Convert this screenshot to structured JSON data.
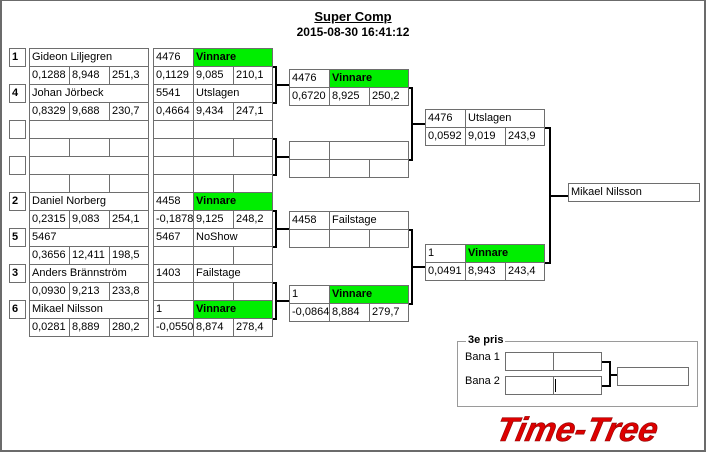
{
  "header": {
    "title": "Super Comp",
    "datetime": "2015-08-30 16:41:12"
  },
  "colors": {
    "winner": "#00ee00",
    "border": "#6e6e6e",
    "logo": "#dd0000"
  },
  "round1": [
    {
      "seed": "1",
      "name": "Gideon Liljegren",
      "stats": [
        "0,1288",
        "8,948",
        "251,3"
      ],
      "result": {
        "id": "4476",
        "status": "Vinnare",
        "winner": true,
        "stats": [
          "0,1129",
          "9,085",
          "210,1"
        ]
      }
    },
    {
      "seed": "4",
      "name": "Johan Jörbeck",
      "stats": [
        "0,8329",
        "9,688",
        "230,7"
      ],
      "result": {
        "id": "5541",
        "status": "Utslagen",
        "winner": false,
        "stats": [
          "0,4664",
          "9,434",
          "247,1"
        ]
      }
    },
    {
      "seed": "",
      "name": "",
      "stats": [
        "",
        "",
        ""
      ],
      "result": {
        "id": "",
        "status": "",
        "winner": false,
        "stats": [
          "",
          "",
          ""
        ]
      }
    },
    {
      "seed": "",
      "name": "",
      "stats": [
        "",
        "",
        ""
      ],
      "result": {
        "id": "",
        "status": "",
        "winner": false,
        "stats": [
          "",
          "",
          ""
        ]
      }
    },
    {
      "seed": "2",
      "name": "Daniel Norberg",
      "stats": [
        "0,2315",
        "9,083",
        "254,1"
      ],
      "result": {
        "id": "4458",
        "status": "Vinnare",
        "winner": true,
        "stats": [
          "-0,1878",
          "9,125",
          "248,2"
        ]
      }
    },
    {
      "seed": "5",
      "name": "5467",
      "stats": [
        "0,3656",
        "12,411",
        "198,5"
      ],
      "result": {
        "id": "5467",
        "status": "NoShow",
        "winner": false,
        "stats": [
          "",
          "",
          ""
        ]
      }
    },
    {
      "seed": "3",
      "name": "Anders Brännström",
      "stats": [
        "0,0930",
        "9,213",
        "233,8"
      ],
      "result": {
        "id": "1403",
        "status": "Failstage",
        "winner": false,
        "stats": [
          "",
          "",
          ""
        ]
      }
    },
    {
      "seed": "6",
      "name": "Mikael Nilsson",
      "stats": [
        "0,0281",
        "8,889",
        "280,2"
      ],
      "result": {
        "id": "1",
        "status": "Vinnare",
        "winner": true,
        "stats": [
          "-0,0550",
          "8,874",
          "278,4"
        ]
      }
    }
  ],
  "round2": [
    {
      "id": "4476",
      "status": "Vinnare",
      "winner": true,
      "stats": [
        "0,6720",
        "8,925",
        "250,2"
      ]
    },
    {
      "id": "",
      "status": "",
      "winner": false,
      "stats": [
        "",
        "",
        ""
      ]
    },
    {
      "id": "4458",
      "status": "Failstage",
      "winner": false,
      "stats": [
        "",
        "",
        ""
      ]
    },
    {
      "id": "1",
      "status": "Vinnare",
      "winner": true,
      "stats": [
        "-0,0864",
        "8,884",
        "279,7"
      ]
    }
  ],
  "round3": [
    {
      "id": "4476",
      "status": "Utslagen",
      "winner": false,
      "stats": [
        "0,0592",
        "9,019",
        "243,9"
      ]
    },
    {
      "id": "1",
      "status": "Vinnare",
      "winner": true,
      "stats": [
        "0,0491",
        "8,943",
        "243,4"
      ]
    }
  ],
  "final": {
    "name": "Mikael Nilsson"
  },
  "third_place": {
    "label": "3e pris",
    "lane1_label": "Bana 1",
    "lane2_label": "Bana 2",
    "lane1": [
      "",
      ""
    ],
    "lane2": [
      "",
      ""
    ],
    "result": ""
  },
  "logo": {
    "text": "Time-Tree"
  }
}
